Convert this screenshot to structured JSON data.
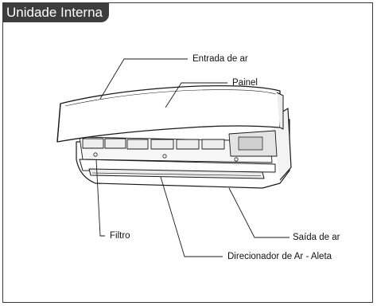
{
  "section_title": "Unidade Interna",
  "labels": {
    "air_inlet": "Entrada de ar",
    "panel": "Painel",
    "filter": "Filtro",
    "air_outlet": "Saída de ar",
    "louver": "Direcionador de Ar - Aleta"
  },
  "colors": {
    "tab_background": "#3d3d3d",
    "line": "#1a1a1a"
  }
}
